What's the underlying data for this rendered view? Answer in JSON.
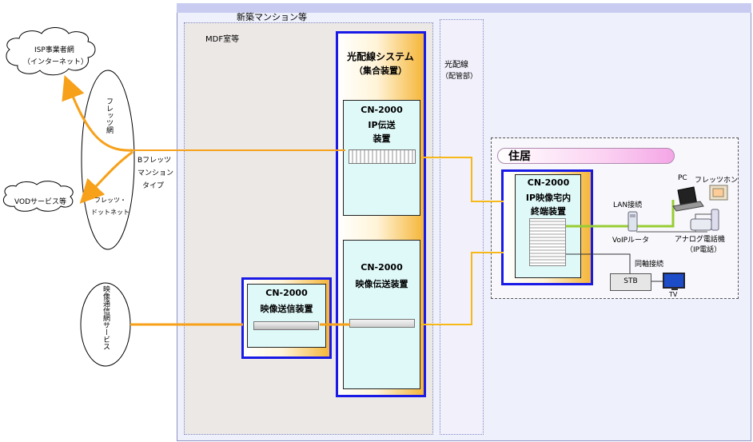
{
  "labels": {
    "building": "新築マンション等",
    "mdf": "MDF室等",
    "optical_system_line1": "光配線システム",
    "optical_system_line2": "（集合装置）",
    "fiber_line1": "光配線",
    "fiber_line2": "（配管部）",
    "home": "住居",
    "isp_line1": "ISP事業者網",
    "isp_line2": "（インターネット）",
    "flets_net": "フレッツ網",
    "vod": "VODサービス等",
    "flets_dot_line1": "フレッツ・",
    "flets_dot_line2": "ドットネット",
    "bflets_line1": "Bフレッツ",
    "bflets_line2": "マンション",
    "bflets_line3": "タイプ",
    "video_net": "映像通信網サービス",
    "lan": "LAN接続",
    "voip": "VoIPルータ",
    "pc": "PC",
    "flets_phone": "フレッツホン",
    "analog_line1": "アナログ電話機",
    "analog_line2": "（IP電話）",
    "coax": "同軸接続",
    "stb": "STB",
    "tv": "TV"
  },
  "devices": {
    "ip_transmission": {
      "model": "CN-2000",
      "line1": "IP伝送",
      "line2": "装置"
    },
    "video_transmission": {
      "model": "CN-2000",
      "line1": "映像伝送装置"
    },
    "video_sender": {
      "model": "CN-2000",
      "line1": "映像送信装置"
    },
    "home_terminal": {
      "model": "CN-2000",
      "line1": "IP映像宅内",
      "line2": "終端装置"
    }
  },
  "colors": {
    "blue_border": "#1a1ae6",
    "orange_line": "#f7a11a",
    "yellow_line": "#f7b81a",
    "green_line": "#99cc33",
    "home_label_pink": "#f4a6e6"
  }
}
